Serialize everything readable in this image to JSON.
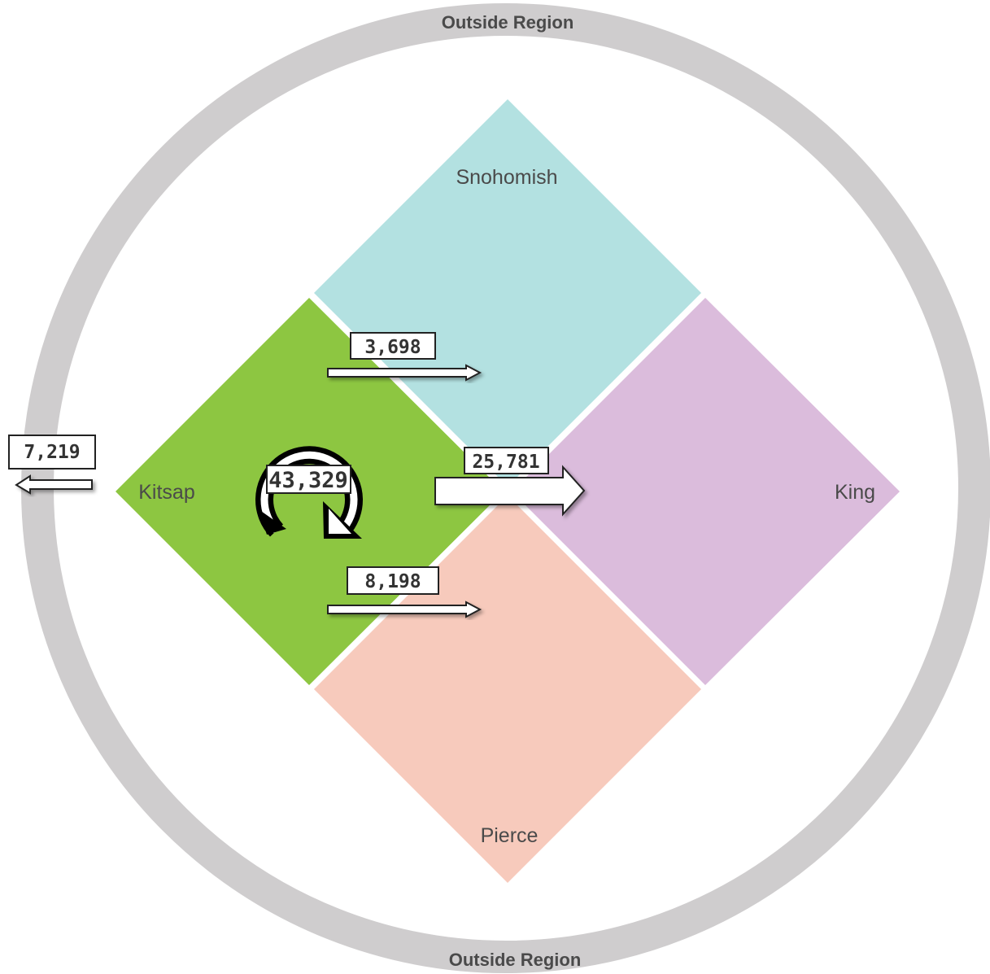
{
  "outside_region": {
    "top_label": "Outside Region",
    "bottom_label": "Outside Region",
    "ring_color": "#cfcdce"
  },
  "regions": {
    "snohomish": {
      "label": "Snohomish",
      "color": "#b3e1e1"
    },
    "kitsap": {
      "label": "Kitsap",
      "color": "#8dc641"
    },
    "king": {
      "label": "King",
      "color": "#dbbcdc"
    },
    "pierce": {
      "label": "Pierce",
      "color": "#f7cabc"
    }
  },
  "flows": {
    "to_snohomish": "3,698",
    "to_king": "25,781",
    "to_pierce": "8,198",
    "to_outside": "7,219",
    "within_kitsap": "43,329"
  },
  "icons": {
    "within_region": "circular-return-arrow-icon"
  }
}
